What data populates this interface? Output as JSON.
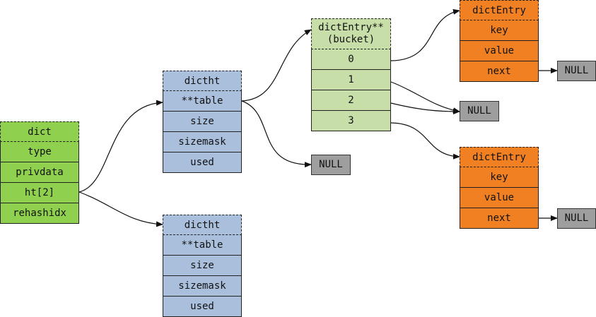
{
  "dict": {
    "title": "dict",
    "fields": [
      "type",
      "privdata",
      "ht[2]",
      "rehashidx"
    ]
  },
  "ht0": {
    "title": "dictht",
    "fields": [
      "**table",
      "size",
      "sizemask",
      "used"
    ]
  },
  "ht1": {
    "title": "dictht",
    "fields": [
      "**table",
      "size",
      "sizemask",
      "used"
    ]
  },
  "bucket": {
    "title": "dictEntry**\n(bucket)",
    "fields": [
      "0",
      "1",
      "2",
      "3"
    ]
  },
  "entry0": {
    "title": "dictEntry",
    "fields": [
      "key",
      "value",
      "next"
    ]
  },
  "entry3": {
    "title": "dictEntry",
    "fields": [
      "key",
      "value",
      "next"
    ]
  },
  "null_label": "NULL",
  "colors": {
    "dict": "#8fd14f",
    "dictht": "#a9bfdc",
    "bucket": "#c8dea8",
    "dictEntry": "#f08022",
    "null": "#9e9e9e"
  }
}
